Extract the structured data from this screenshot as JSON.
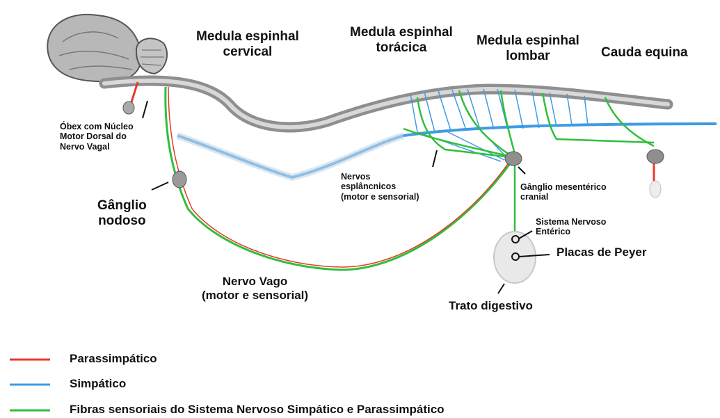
{
  "colors": {
    "parasympathetic": "#e8392a",
    "sympathetic": "#3f9be3",
    "sensory": "#2fbf3a",
    "tissue": "#9a9a9a"
  },
  "labels": {
    "cervical": "Medula espinhal\ncervical",
    "thoracic": "Medula espinhal\ntorácica",
    "lumbar": "Medula espinhal\nlombar",
    "cauda": "Cauda equina",
    "obex": "Óbex com Núcleo\nMotor Dorsal do\nNervo Vagal",
    "nodoso": "Gânglio\nnodoso",
    "esplancnicos": "Nervos\nesplâncnicos\n(motor e sensorial)",
    "mesenterico": "Gânglio mesentérico\ncranial",
    "entrico": "Sistema Nervoso\nEntérico",
    "peyer": "Placas de Peyer",
    "vago": "Nervo Vago\n(motor e sensorial)",
    "trato": "Trato digestivo"
  },
  "legend": [
    {
      "label": "Parassimpático",
      "color_key": "parasympathetic"
    },
    {
      "label": "Simpático",
      "color_key": "sympathetic"
    },
    {
      "label": "Fibras sensoriais do Sistema Nervoso Simpático e Parassimpático",
      "color_key": "sensory"
    }
  ]
}
